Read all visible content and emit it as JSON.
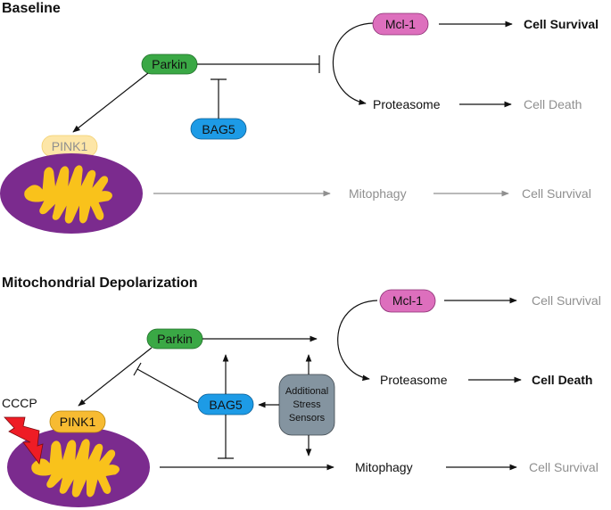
{
  "baseline": {
    "heading": "Baseline",
    "parkin": "Parkin",
    "bag5": "BAG5",
    "pink1": "PINK1",
    "mcl1": "Mcl-1",
    "proteasome": "Proteasome",
    "mitophagy": "Mitophagy",
    "mcl1_outcome": "Cell Survival",
    "proteasome_outcome": "Cell Death",
    "mitophagy_outcome": "Cell Survival"
  },
  "depolarization": {
    "heading": "Mitochondrial Depolarization",
    "parkin": "Parkin",
    "bag5": "BAG5",
    "pink1": "PINK1",
    "cccp": "CCCP",
    "stress_sensors": [
      "Additional",
      "Stress",
      "Sensors"
    ],
    "mcl1": "Mcl-1",
    "proteasome": "Proteasome",
    "mitophagy": "Mitophagy",
    "mcl1_outcome": "Cell Survival",
    "proteasome_outcome": "Cell Death",
    "mitophagy_outcome": "Cell Survival"
  },
  "colors": {
    "parkin": "#3aa845",
    "bag5": "#1d9be6",
    "mcl1": "#dd6fbd",
    "pink1_active": "#f7bb32",
    "pink1_faded": "#fde6a7",
    "mito_outer": "#7b2b8e",
    "mito_inner": "#f9c21b",
    "stress": "#8494a0",
    "cccp": "#ee1c25",
    "inactive_text": "#8f8f8f"
  }
}
